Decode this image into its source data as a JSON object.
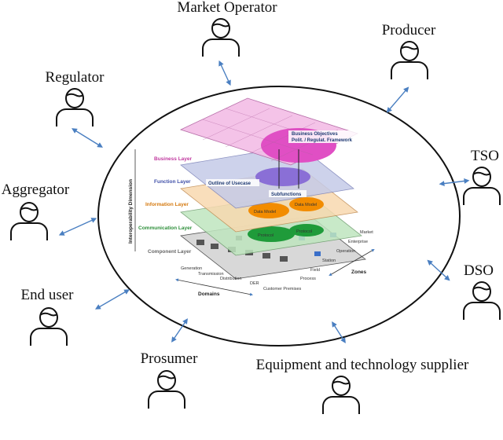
{
  "stakeholders": {
    "market_operator": "Market Operator",
    "producer": "Producer",
    "regulator": "Regulator",
    "tso": "TSO",
    "aggregator": "Aggregator",
    "dso": "DSO",
    "end_user": "End user",
    "prosumer": "Prosumer",
    "equipment_supplier": "Equipment and technology supplier"
  },
  "sgam": {
    "layers": {
      "business": "Business Layer",
      "function": "Function Layer",
      "information": "Information Layer",
      "communication": "Communication Layer",
      "component": "Component Layer"
    },
    "callouts": {
      "business_objectives": "Business Objectives",
      "polit_framework": "Polit. / Regulat. Framework",
      "outline_usecase": "Outline of Usecase",
      "subfunctions": "Subfunctions",
      "data_model": "Data Model",
      "data_model_2": "Data Model",
      "protocol": "Protocol",
      "protocol_2": "Protocol"
    },
    "axis_vertical": "Interoperability Dimension",
    "domains_title": "Domains",
    "zones_title": "Zones",
    "domains": [
      "Generation",
      "Transmission",
      "Distribution",
      "DER",
      "Customer Premises"
    ],
    "zones": [
      "Process",
      "Field",
      "Station",
      "Operation",
      "Enterprise",
      "Market"
    ]
  },
  "colors": {
    "business": "#e04fc4",
    "function": "#6c79c9",
    "information": "#e8a25a",
    "communication": "#5fbf63",
    "component": "#9a9a9a",
    "arrow": "#4a7fc1"
  }
}
